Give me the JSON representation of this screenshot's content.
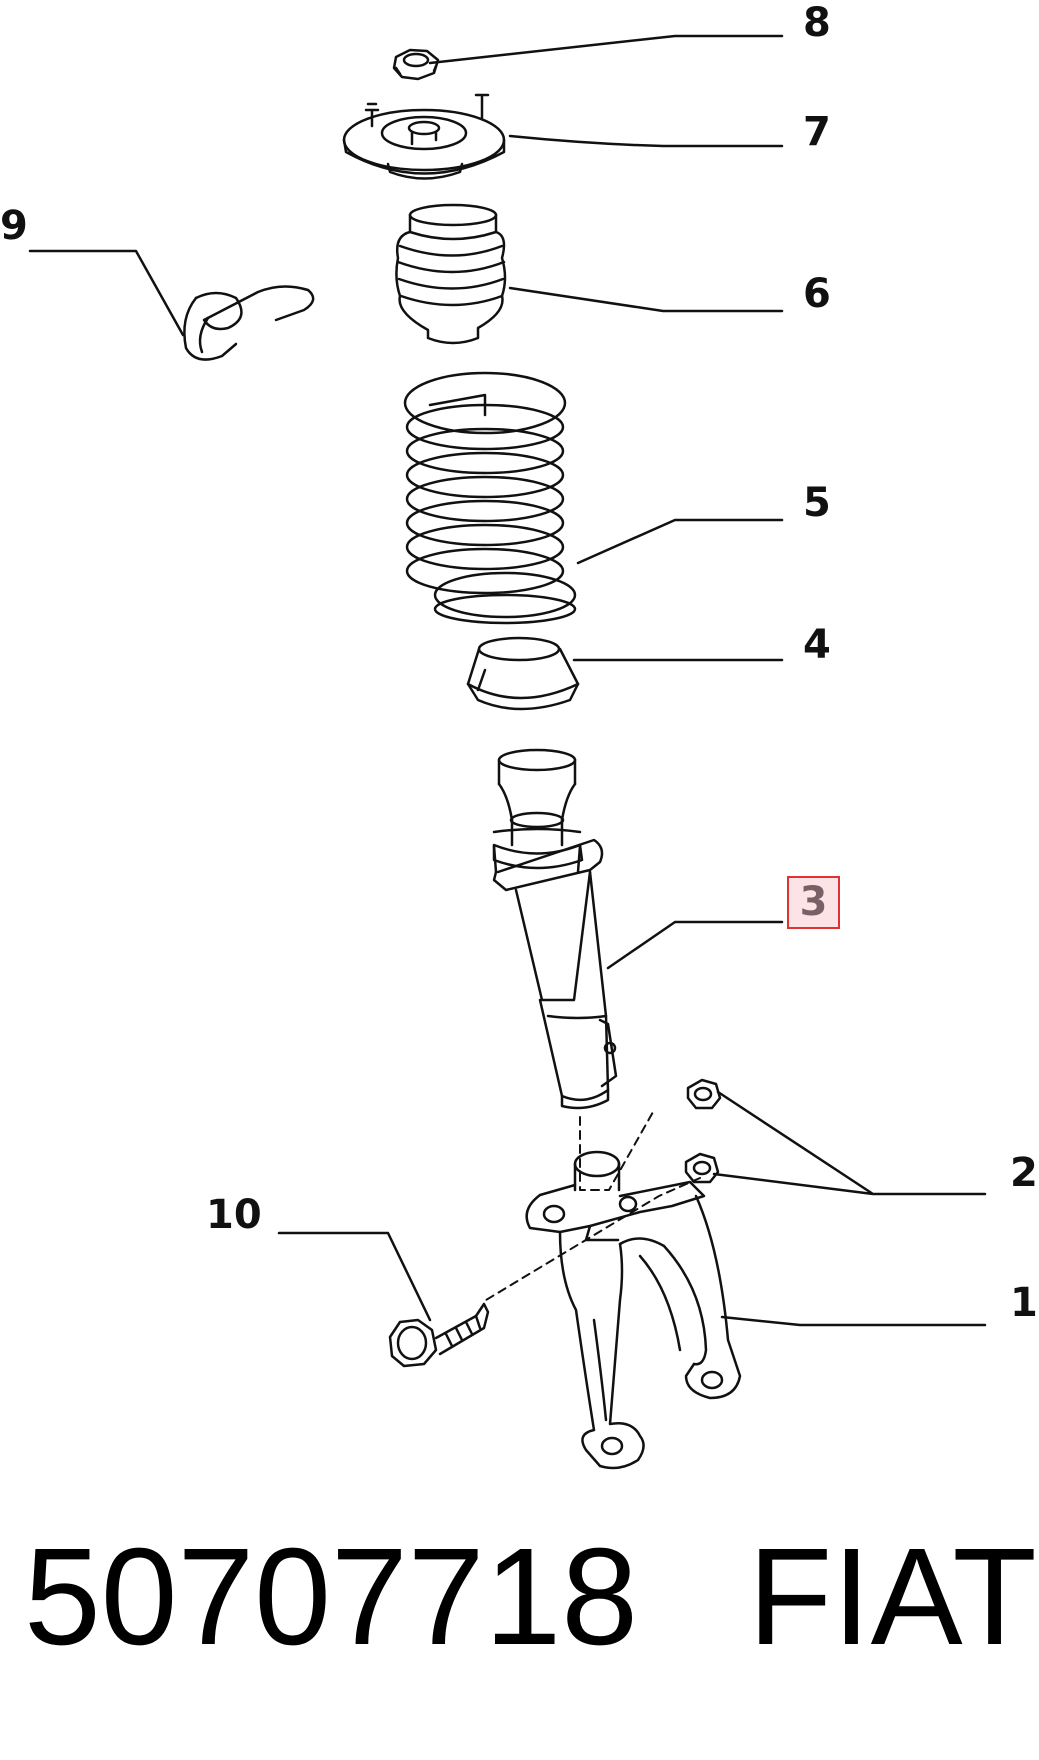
{
  "callouts": [
    "8",
    "7",
    "9",
    "6",
    "5",
    "4",
    "3",
    "2",
    "10",
    "1"
  ],
  "highlighted_callout": "3",
  "colors": {
    "line": "#111111",
    "highlight_border": "#dd3333",
    "highlight_fill": "#fbe3e6"
  },
  "footer": {
    "part_number": "50707718",
    "brand": "FIAT"
  }
}
